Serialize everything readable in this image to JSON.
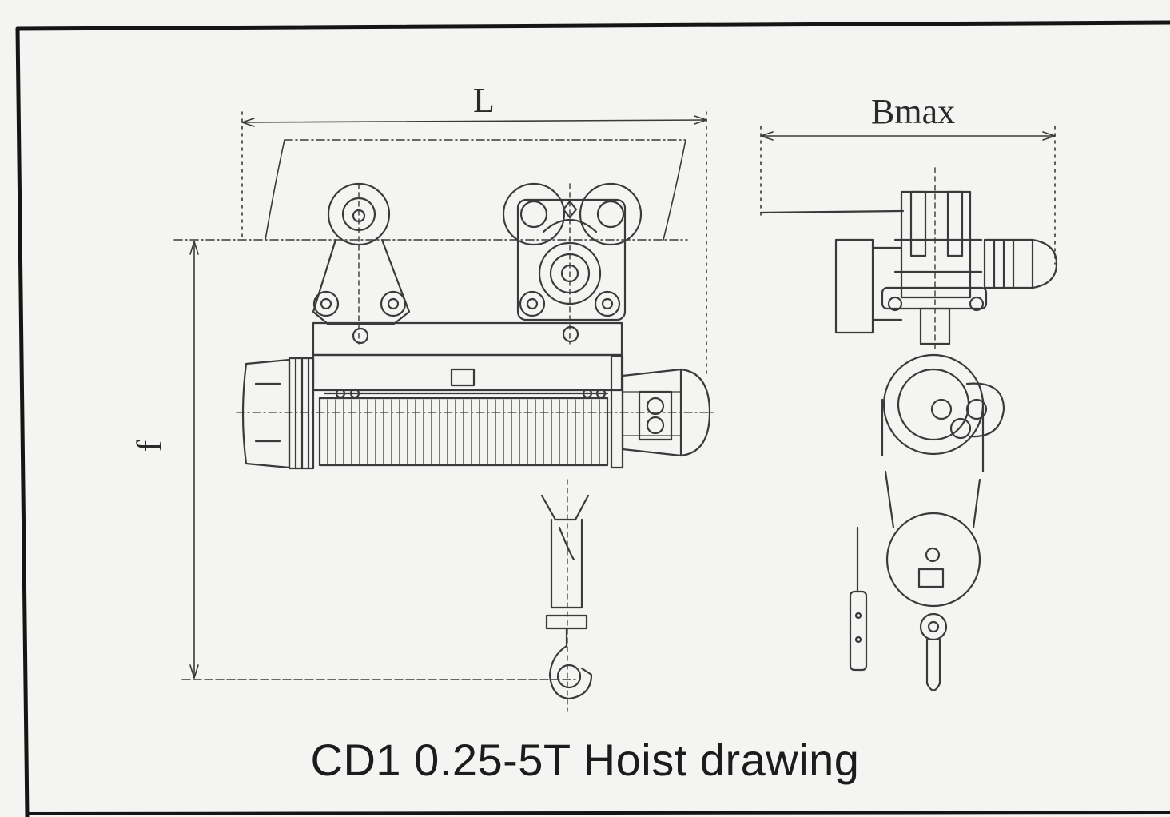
{
  "labels": {
    "length": "L",
    "width": "Bmax",
    "height": "f"
  },
  "caption": "CD1 0.25-5T Hoist drawing"
}
